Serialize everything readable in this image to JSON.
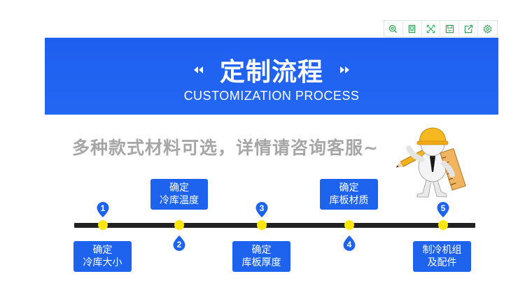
{
  "toolbar": {
    "buttons": [
      {
        "icon": "zoom-icon"
      },
      {
        "icon": "document-icon"
      },
      {
        "icon": "fullscreen-icon"
      },
      {
        "icon": "save-icon"
      },
      {
        "icon": "share-icon"
      },
      {
        "icon": "settings-icon"
      }
    ],
    "accent": "#3aa05a"
  },
  "banner": {
    "title": "定制流程",
    "subtitle": "CUSTOMIZATION PROCESS",
    "color": "#2163f1"
  },
  "tagline": "多种款式材料可选，详情请咨询客服~",
  "steps": [
    {
      "number": "1",
      "line1": "确定",
      "line2": "冷库大小"
    },
    {
      "number": "2",
      "line1": "确定",
      "line2": "冷库温度"
    },
    {
      "number": "3",
      "line1": "确定",
      "line2": "库板厚度"
    },
    {
      "number": "4",
      "line1": "确定",
      "line2": "库板材质"
    },
    {
      "number": "5",
      "line1": "制冷机组",
      "line2": "及配件"
    }
  ],
  "colors": {
    "step_box": "#1e63ee",
    "timeline": "#222222",
    "dot": "#f9e60e",
    "tagline": "#a6a6a6"
  }
}
